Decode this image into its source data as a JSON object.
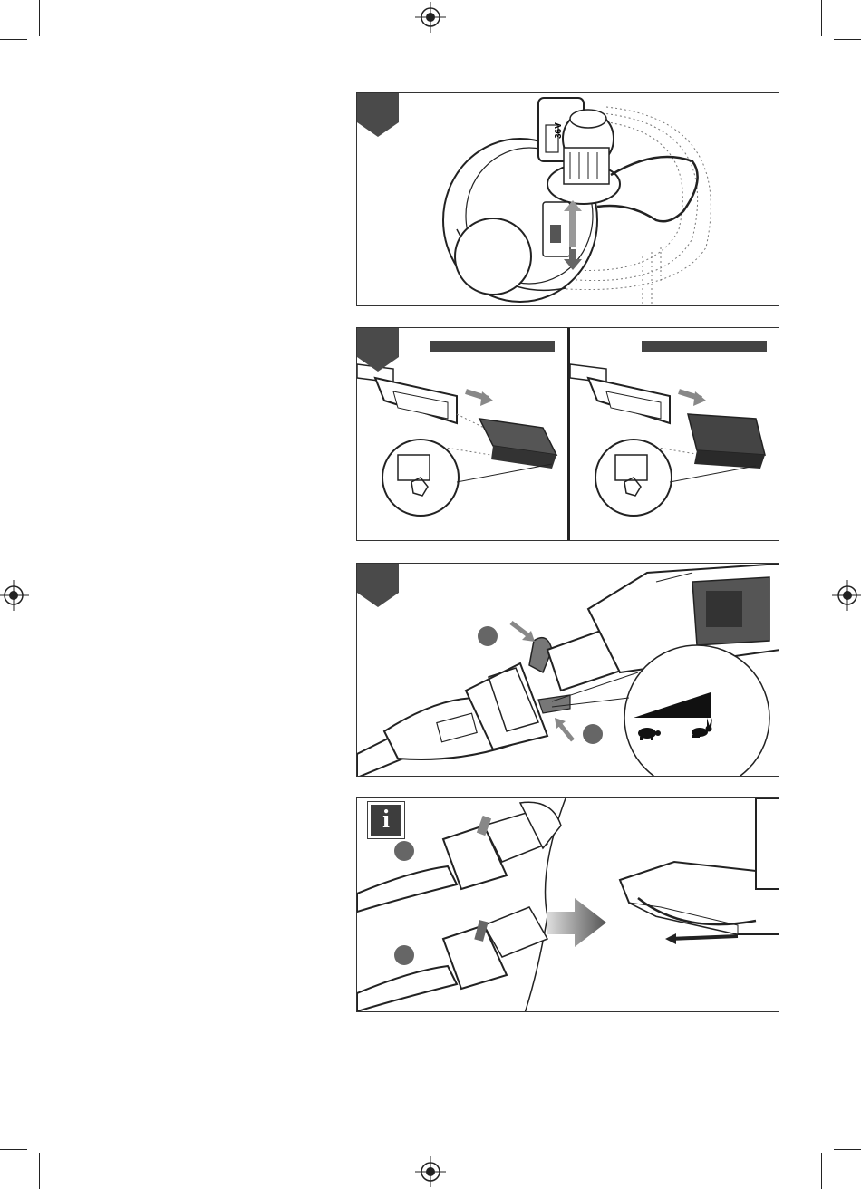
{
  "page": {
    "title": "",
    "panels": [
      {
        "id": "panel-1",
        "step_label": ""
      },
      {
        "id": "panel-2",
        "step_label": "",
        "left_bar_text": "",
        "right_bar_text": ""
      },
      {
        "id": "panel-3",
        "step_label": "",
        "callouts": [
          "",
          ""
        ]
      },
      {
        "id": "panel-4",
        "info_label": "i",
        "callouts": [
          "",
          ""
        ]
      }
    ],
    "motor_label": "36V",
    "speed_scale": {
      "low_icon": "turtle-icon",
      "high_icon": "rabbit-icon"
    }
  },
  "colors": {
    "ink": "#222222",
    "tab": "#4a4a4a",
    "arrow": "#888888",
    "battery": "#555555"
  }
}
